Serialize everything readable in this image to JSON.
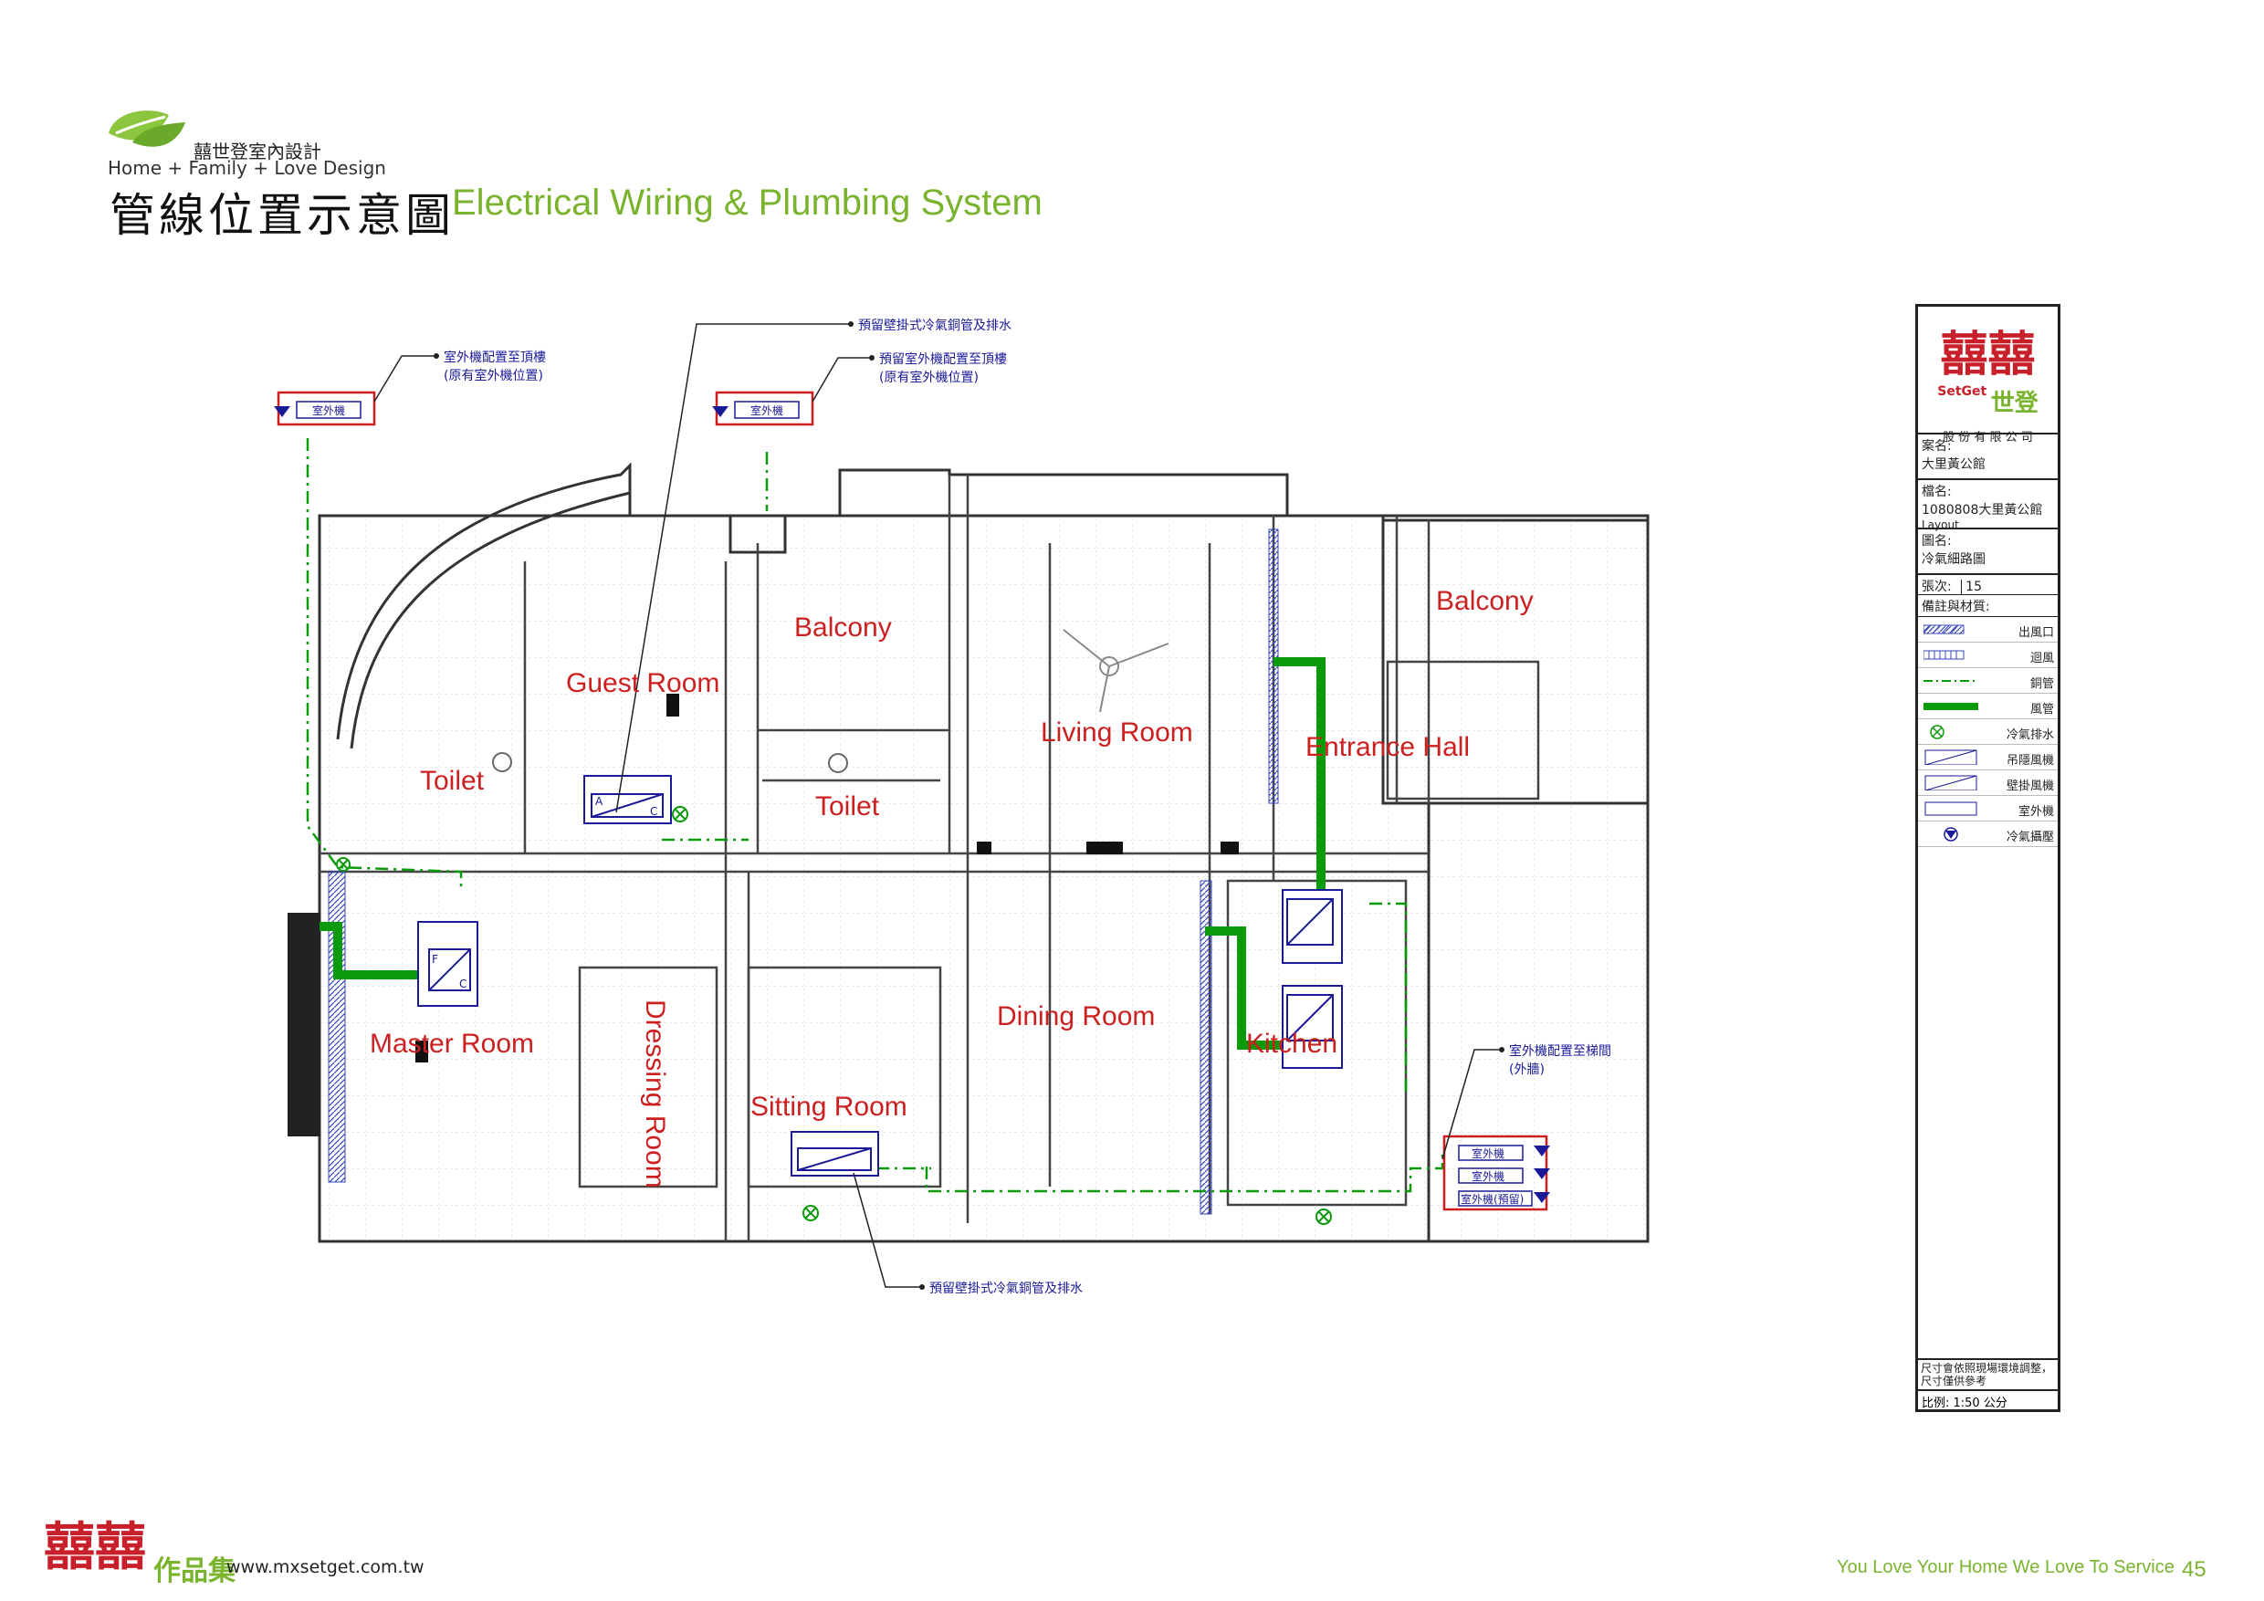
{
  "brand": {
    "name": "囍世登室內設計",
    "tagline": "Home + Family + Love Design"
  },
  "title": {
    "zh": "管線位置示意圖",
    "en": "Electrical Wiring & Plumbing System"
  },
  "rooms": {
    "guest": "Guest Room",
    "balcony_top": "Balcony",
    "balcony_right": "Balcony",
    "living": "Living Room",
    "entrance": "Entrance Hall",
    "toilet_left": "Toilet",
    "toilet_mid": "Toilet",
    "master": "Master Room",
    "dressing": "Dressing Room",
    "dining": "Dining Room",
    "kitchen": "Kitchen",
    "sitting": "Sitting Room"
  },
  "notes": {
    "n1_line1": "室外機配置至頂樓",
    "n1_line2": "(原有室外機位置)",
    "n2": "預留壁掛式冷氣銅管及排水",
    "n3_line1": "預留室外機配置至頂樓",
    "n3_line2": "(原有室外機位置)",
    "n4_line1": "室外機配置至梯間",
    "n4_line2": "(外牆)",
    "n5": "預留壁掛式冷氣銅管及排水"
  },
  "units": {
    "outdoor": "室外機",
    "outdoor_reserved": "室外機(預留)",
    "ac_fc_f": "F",
    "ac_fc_c": "C",
    "ac_wall_a": "A",
    "ac_wall_c": "C"
  },
  "title_block": {
    "logo_chars": "囍囍",
    "logo_en": "SetGet",
    "logo_zh": "世登",
    "company": "股 份 有 限 公 司",
    "case_label": "案名:",
    "case_value": "大里黃公館",
    "file_label": "檔名:",
    "file_value": "1080808大里黃公館",
    "file_value2": "Layout",
    "drawing_label": "圖名:",
    "drawing_value": "冷氣細路圖",
    "sheet_label": "張次:",
    "sheet_value": "15",
    "remarks_label": "備註與材質:",
    "legend": [
      {
        "label": "出風口",
        "symbol": "outlet-icon"
      },
      {
        "label": "迴風",
        "symbol": "return-air-icon"
      },
      {
        "label": "銅管",
        "symbol": "copper-pipe-icon"
      },
      {
        "label": "風管",
        "symbol": "air-duct-icon"
      },
      {
        "label": "冷氣排水",
        "symbol": "drain-icon"
      },
      {
        "label": "吊隱風機",
        "symbol": "concealed-unit-icon"
      },
      {
        "label": "壁掛風機",
        "symbol": "wall-unit-icon"
      },
      {
        "label": "室外機",
        "symbol": "outdoor-unit-icon"
      },
      {
        "label": "冷氣攝壓",
        "symbol": "pressure-icon"
      }
    ],
    "disclaimer": "尺寸會依照現場環境調整，尺寸僅供參考",
    "scale": "比例: 1:50 公分"
  },
  "footer": {
    "works": "作品集",
    "website": "www.mxsetget.com.tw",
    "slogan": "You Love Your Home We Love To Service",
    "page": "45"
  },
  "colors": {
    "accent_green": "#7ab32e",
    "room_label": "#cc1f1f",
    "duct": "#0a9a0a",
    "annotation_blue": "#1a1a99",
    "brand_red": "#c8202a"
  }
}
